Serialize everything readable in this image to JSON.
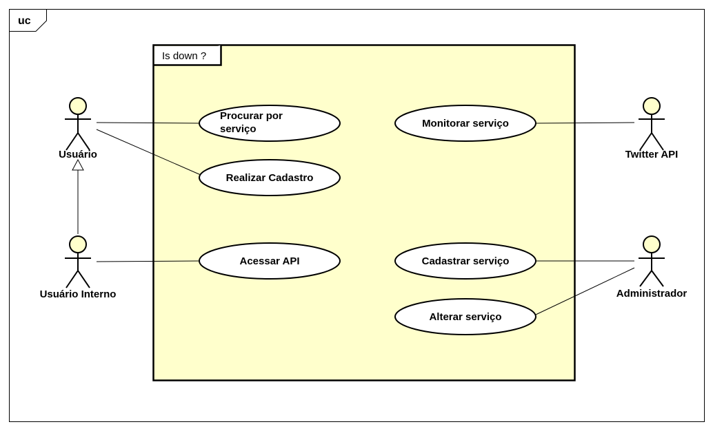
{
  "frame": {
    "tag": "uc"
  },
  "system": {
    "name": "Is down ?",
    "fill": "#ffffcc"
  },
  "colors": {
    "actor_head": "#ffffcc",
    "usecase_fill": "#ffffff",
    "stroke": "#000000"
  },
  "actors": {
    "usuario": "Usuário",
    "usuario_interno": "Usuário Interno",
    "twitter_api": "Twitter API",
    "administrador": "Administrador"
  },
  "usecases": {
    "procurar_line1": "Procurar por",
    "procurar_line2": "serviço",
    "realizar_cadastro": "Realizar Cadastro",
    "acessar_api": "Acessar API",
    "monitorar_servico": "Monitorar serviço",
    "cadastrar_servico": "Cadastrar serviço",
    "alterar_servico": "Alterar serviço"
  }
}
